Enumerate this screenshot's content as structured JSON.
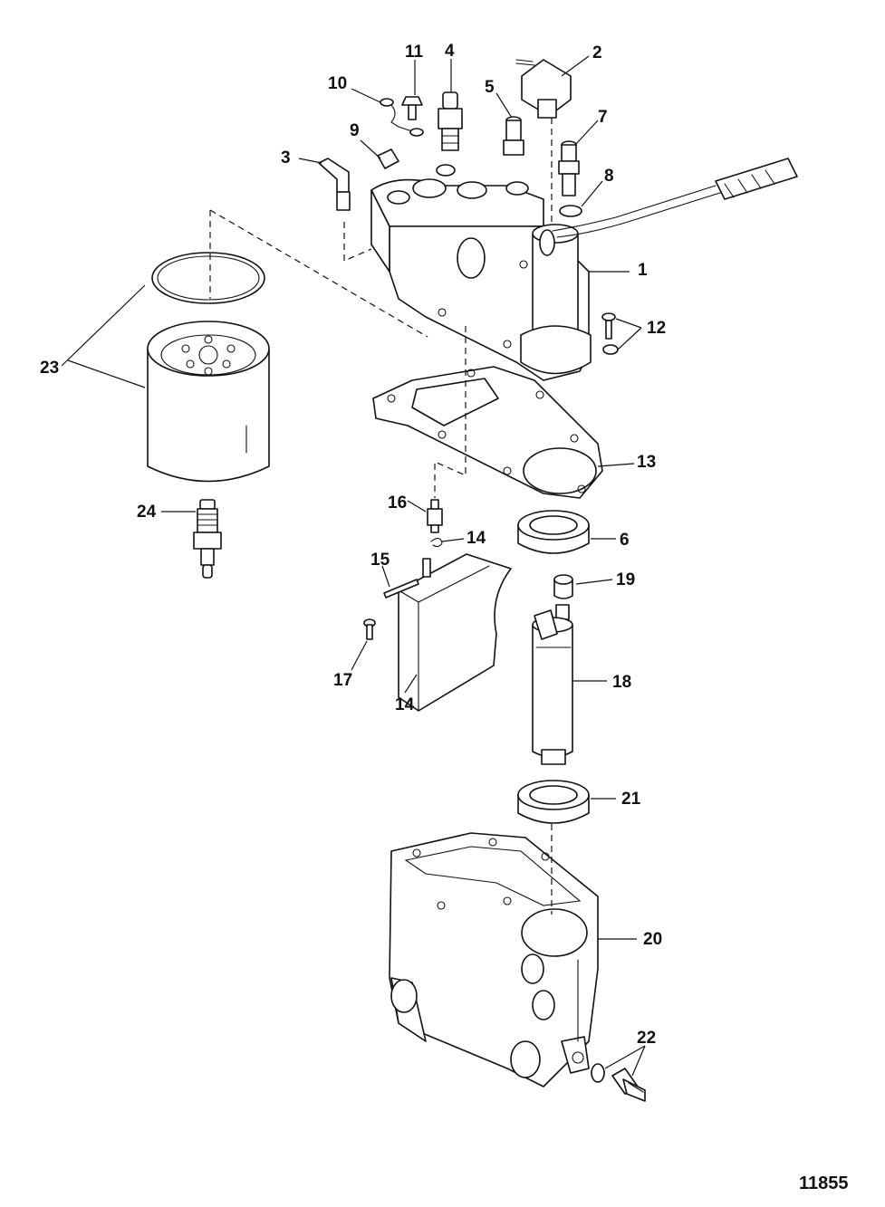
{
  "figure_number": "11855",
  "callouts": {
    "c1": "1",
    "c2": "2",
    "c3": "3",
    "c4": "4",
    "c5": "5",
    "c6": "6",
    "c7": "7",
    "c8": "8",
    "c9": "9",
    "c10": "10",
    "c11": "11",
    "c12": "12",
    "c13": "13",
    "c14a": "14",
    "c14b": "14",
    "c15": "15",
    "c16": "16",
    "c17": "17",
    "c18": "18",
    "c19": "19",
    "c20": "20",
    "c21": "21",
    "c22": "22",
    "c23": "23",
    "c24": "24"
  },
  "colors": {
    "line": "#111111",
    "background": "#ffffff"
  }
}
